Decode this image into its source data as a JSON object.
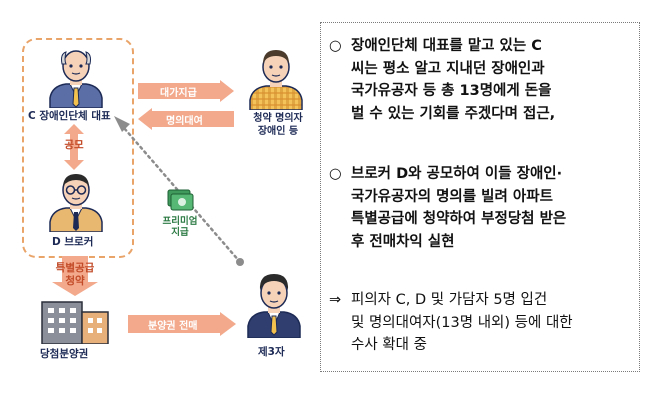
{
  "diagram": {
    "c_rep_label": "C 장애인단체 대표",
    "broker_label": "D 브로커",
    "conspiracy_label": "공모",
    "special_supply_label_line1": "특별공급",
    "special_supply_label_line2": "청약",
    "apartment_label": "당첨분양권",
    "payment_label": "대가지급",
    "name_lending_label": "명의대여",
    "applicant_label_line1": "청약 명의자",
    "applicant_label_line2": "장애인 등",
    "premium_label_line1": "프리미엄",
    "premium_label_line2": "지급",
    "resale_label": "분양권 전매",
    "third_party_label": "제3자"
  },
  "textbox": {
    "bullet_marker": "○",
    "arrow_marker": "⇒",
    "bullets": [
      {
        "lines": [
          "장애인단체 대표를 맡고 있는 C",
          "씨는 평소 알고 지내던 장애인과",
          "국가유공자 등 총 13명에게 돈을",
          "벌 수 있는 기회를 주겠다며 접근,"
        ]
      },
      {
        "lines": [
          "브로커 D와 공모하여 이들 장애인·",
          "국가유공자의 명의를 빌려 아파트",
          "특별공급에 청약하여 부정당첨 받은",
          "후 전매차익 실현"
        ]
      }
    ],
    "conclusion_lines": [
      "피의자 C, D 및 가담자 5명 입건",
      "및 명의대여자(13명 내외) 등에 대한",
      "수사 확대 중"
    ]
  },
  "colors": {
    "accent_orange": "#e9a46a",
    "arrow_peach": "#f2a98c",
    "navy_text": "#1d2a55",
    "red_text": "#c24a27",
    "green_text": "#2c7a43"
  }
}
